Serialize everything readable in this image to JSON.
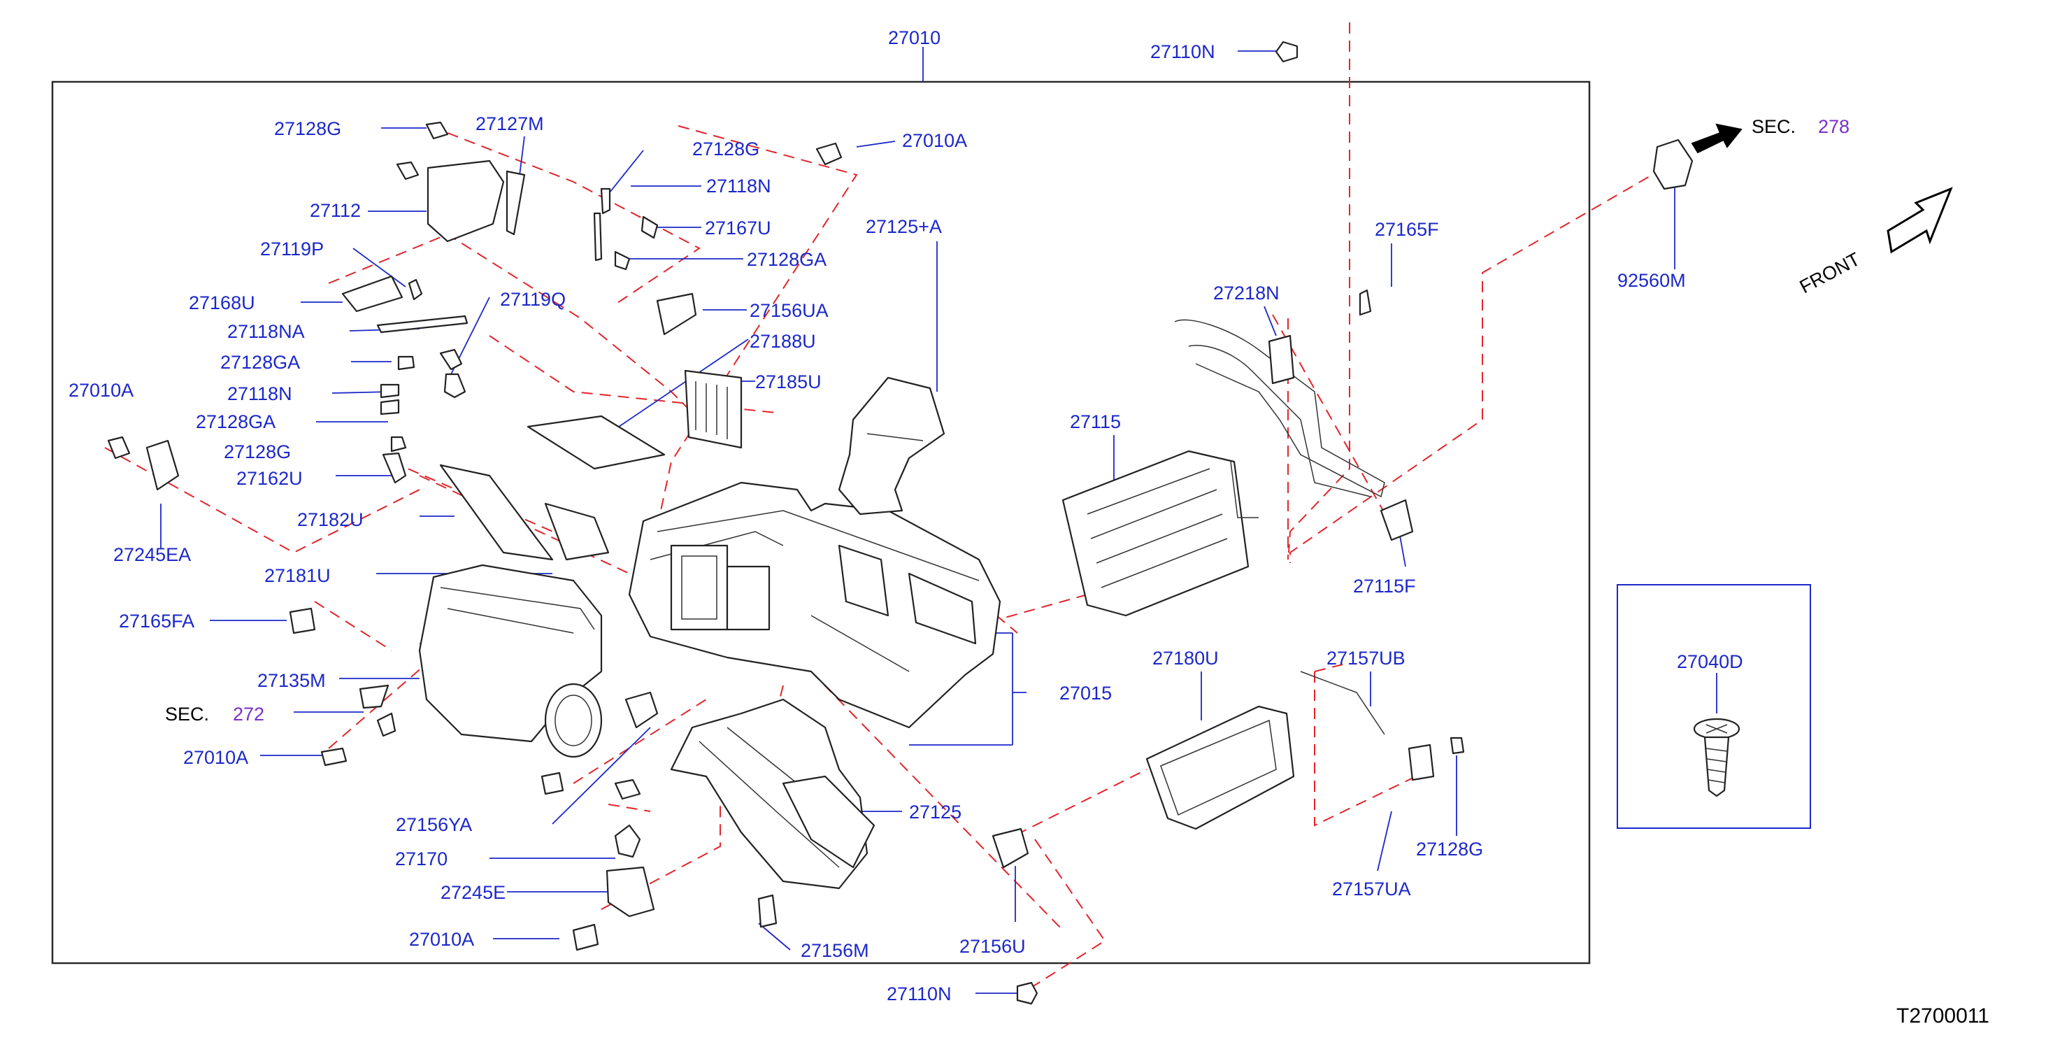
{
  "drawing_code": "T2700011",
  "front_label": "FRONT",
  "sec_prefix": "SEC.",
  "sec_272": "272",
  "sec_278": "278",
  "parts": {
    "p27010": "27010",
    "p27110N_top": "27110N",
    "p27110N_bottom": "27110N",
    "p27128G_a": "27128G",
    "p27127M": "27127M",
    "p27128G_b": "27128G",
    "p27010A_a": "27010A",
    "p27112": "27112",
    "p27118N_a": "27118N",
    "p27167U": "27167U",
    "p27128GA_a": "27128GA",
    "p27119P": "27119P",
    "p27125A": "27125+A",
    "p27168U": "27168U",
    "p27156UA": "27156UA",
    "p27119Q": "27119Q",
    "p27118NA": "27118NA",
    "p27188U": "27188U",
    "p27128GA_b": "27128GA",
    "p27185U": "27185U",
    "p27010A_b": "27010A",
    "p27118N_b": "27118N",
    "p27128GA_c": "27128GA",
    "p27128G_c": "27128G",
    "p27162U": "27162U",
    "p27182U": "27182U",
    "p27245EA": "27245EA",
    "p27181U": "27181U",
    "p27165FA": "27165FA",
    "p27135M": "27135M",
    "p27010A_c": "27010A",
    "p27156YA": "27156YA",
    "p27170": "27170",
    "p27245E": "27245E",
    "p27010A_d": "27010A",
    "p27156M": "27156M",
    "p27125": "27125",
    "p27015": "27015",
    "p27156U": "27156U",
    "p27165F": "27165F",
    "p27218N": "27218N",
    "p27115": "27115",
    "p27115F": "27115F",
    "p27180U": "27180U",
    "p27157UB": "27157UB",
    "p27128G_d": "27128G",
    "p27157UA": "27157UA",
    "p92560M": "92560M",
    "p27040D": "27040D"
  },
  "colors": {
    "part_number": "#1c28c8",
    "phantom_line": "#e3252a",
    "section_ref": "#7a30c8",
    "outline": "#222222"
  }
}
